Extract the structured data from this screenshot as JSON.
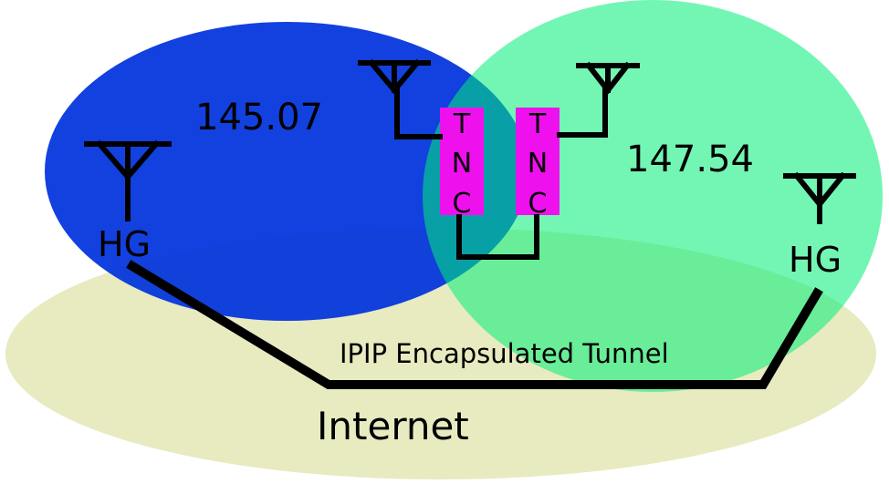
{
  "colors": {
    "left_network": "#0033dd",
    "right_network": "#00ee77",
    "internet": "#e8eac0",
    "tnc_box": "#ee11ee",
    "wire": "#000000"
  },
  "left_network": {
    "frequency_label": "145.07"
  },
  "right_network": {
    "frequency_label": "147.54"
  },
  "gateways": {
    "left_label": "HG",
    "right_label": "HG"
  },
  "tnc_left": {
    "letters": [
      "T",
      "N",
      "C"
    ]
  },
  "tnc_right": {
    "letters": [
      "T",
      "N",
      "C"
    ]
  },
  "tunnel_label": "IPIP Encapsulated Tunnel",
  "internet_label": "Internet",
  "icons": [
    "antenna-icon"
  ]
}
